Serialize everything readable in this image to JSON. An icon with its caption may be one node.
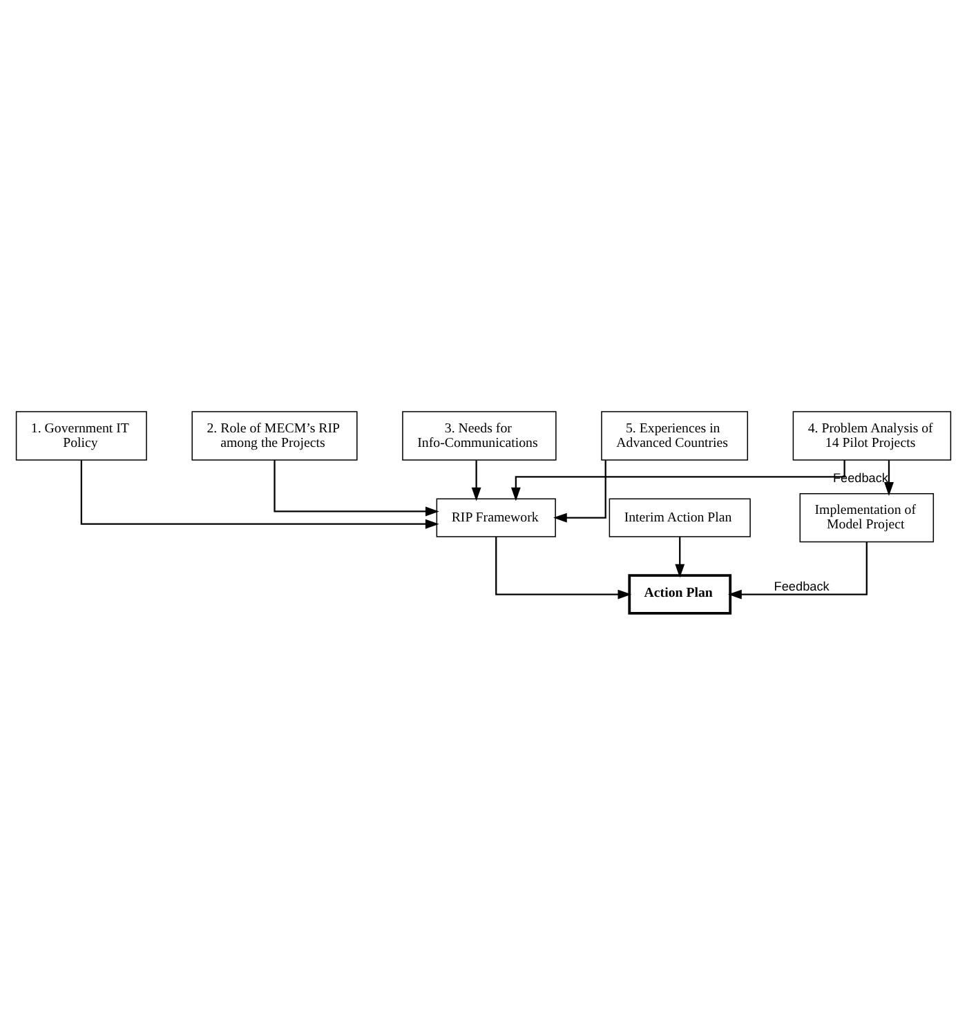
{
  "diagram": {
    "nodes": [
      {
        "text": [
          "1. Government IT Policy"
        ]
      },
      {
        "text": [
          "2. Role of MECM’s RIP among the Projects"
        ]
      },
      {
        "text": [
          "3. Needs for Info-Communications"
        ]
      },
      {
        "text": [
          "4. Problem Analysis of 14 Pilot Projects"
        ]
      },
      {
        "text": [
          "5. Experiences in Advanced Countries"
        ]
      },
      {
        "text": [
          "RIP Framework"
        ]
      },
      {
        "text": [
          "Interim Action Plan"
        ]
      },
      {
        "text": [
          "Implementation of Model Project"
        ]
      },
      {
        "text": [
          "Action Plan"
        ]
      }
    ],
    "edges": [
      {
        "from": 0,
        "to": 5,
        "arrow": "to"
      },
      {
        "from": 1,
        "to": 5,
        "arrow": "to"
      },
      {
        "from": 2,
        "to": 5,
        "arrow": "to"
      },
      {
        "from": 3,
        "to": 5,
        "arrow": "to"
      },
      {
        "from": 4,
        "to": 5,
        "arrow": "to"
      },
      {
        "from": 3,
        "to": 7,
        "arrow": "to",
        "label": "Feedback"
      },
      {
        "from": 5,
        "to": 8,
        "arrow": "to"
      },
      {
        "from": 6,
        "to": 8,
        "arrow": "to"
      },
      {
        "from": 7,
        "to": 8,
        "arrow": "to",
        "label": "Feedback"
      }
    ]
  }
}
